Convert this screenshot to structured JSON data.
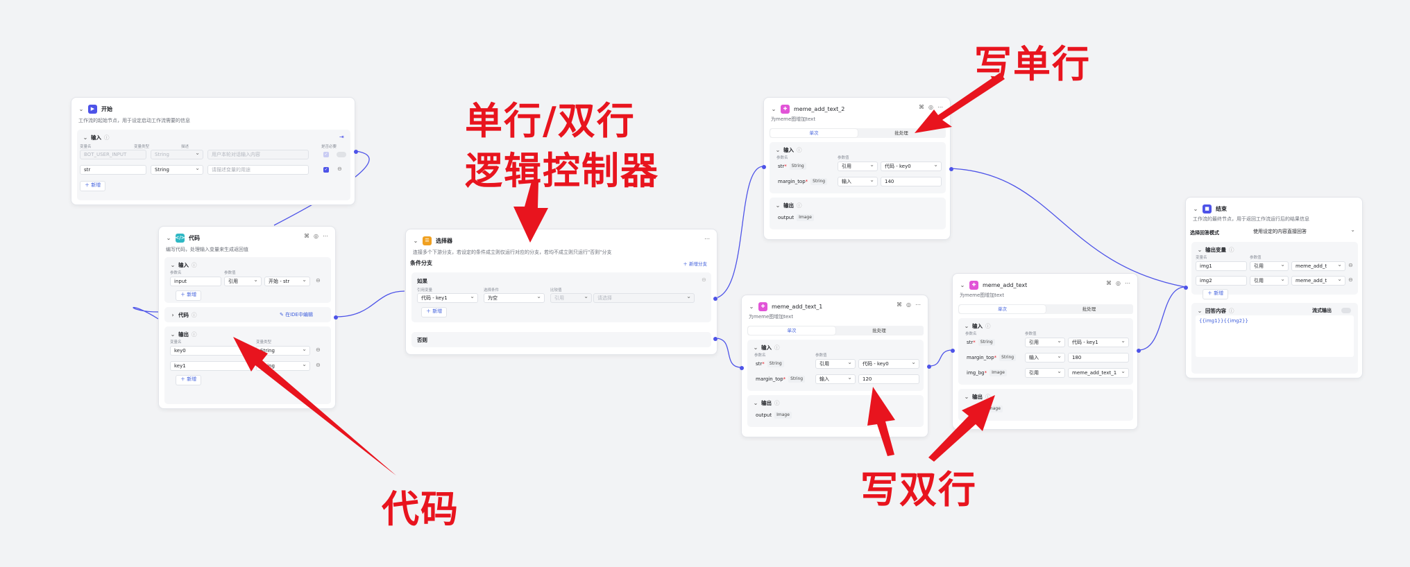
{
  "colors": {
    "accent": "#4d53e8",
    "annotation": "#e8141e",
    "start_icon": "#4d53e8",
    "code_icon": "#2fb8c4",
    "selector_icon": "#f0a020",
    "plugin_icon": "#e154d7",
    "end_icon": "#4d53e8"
  },
  "start": {
    "title": "开始",
    "desc": "工作流的起始节点，用于设定启动工作流需要的信息",
    "input_title": "输入",
    "col_name": "变量名",
    "col_type": "变量类型",
    "col_desc": "描述",
    "col_required": "是否必要",
    "row1": {
      "name": "BOT_USER_INPUT",
      "type": "String",
      "desc": "用户本轮对话输入内容"
    },
    "row2": {
      "name": "str",
      "type": "String",
      "desc_placeholder": "请描述变量的用途"
    },
    "add": "新增"
  },
  "code": {
    "title": "代码",
    "desc": "编写代码，处理输入变量来生成返回值",
    "input_title": "输入",
    "col_name": "参数名",
    "col_value": "参数值",
    "in_name": "input",
    "in_mode": "引用",
    "in_ref": "开始 - str",
    "code_title": "代码",
    "ide_link": "在IDE中编辑",
    "output_title": "输出",
    "out_col_name": "变量名",
    "out_col_type": "变量类型",
    "out1": {
      "name": "key0",
      "type": "String"
    },
    "out2": {
      "name": "key1",
      "type": "String"
    },
    "add": "新增"
  },
  "selector": {
    "title": "选择器",
    "desc": "连接多个下游分支，若设定的条件成立则仅运行对应的分支，若均不成立则只运行\"否则\"分支",
    "branch_title": "条件分支",
    "add_branch": "新增分支",
    "if_label": "如果",
    "col_ref": "引用变量",
    "col_cond": "选择条件",
    "col_cmp": "比较值",
    "ref": "代码 - key1",
    "cond": "为空",
    "cmp_mode": "引用",
    "cmp_placeholder": "请选择",
    "add": "新增",
    "else_label": "否则"
  },
  "meme2": {
    "title": "meme_add_text_2",
    "desc": "为meme图增加text",
    "tab_single": "单次",
    "tab_batch": "批处理",
    "input_title": "输入",
    "col_name": "参数名",
    "col_value": "参数值",
    "p1": {
      "name": "str",
      "type": "String",
      "mode": "引用",
      "value": "代码 - key0"
    },
    "p2": {
      "name": "margin_top",
      "type": "String",
      "mode": "输入",
      "value": "140"
    },
    "output_title": "输出",
    "out_name": "output",
    "out_type": "Image"
  },
  "meme1": {
    "title": "meme_add_text_1",
    "desc": "为meme图增加text",
    "tab_single": "单次",
    "tab_batch": "批处理",
    "input_title": "输入",
    "col_name": "参数名",
    "col_value": "参数值",
    "p1": {
      "name": "str",
      "type": "String",
      "mode": "引用",
      "value": "代码 - key0"
    },
    "p2": {
      "name": "margin_top",
      "type": "String",
      "mode": "输入",
      "value": "120"
    },
    "output_title": "输出",
    "out_name": "output",
    "out_type": "Image"
  },
  "meme": {
    "title": "meme_add_text",
    "desc": "为meme图增加text",
    "tab_single": "单次",
    "tab_batch": "批处理",
    "input_title": "输入",
    "col_name": "参数名",
    "col_value": "参数值",
    "p1": {
      "name": "str",
      "type": "String",
      "mode": "引用",
      "value": "代码 - key1"
    },
    "p2": {
      "name": "margin_top",
      "type": "String",
      "mode": "输入",
      "value": "180"
    },
    "p3": {
      "name": "img_bg",
      "type": "Image",
      "mode": "引用",
      "value": "meme_add_text_1"
    },
    "output_title": "输出",
    "out_name": "output",
    "out_type": "Image"
  },
  "end": {
    "title": "结束",
    "desc": "工作流的最终节点，用于返回工作流运行后的结果信息",
    "mode_label": "选择回答模式",
    "mode_value": "使用设定的内容直接回答",
    "output_title": "输出变量",
    "col_name": "变量名",
    "col_value": "参数值",
    "v1": {
      "name": "img1",
      "mode": "引用",
      "value": "meme_add_t"
    },
    "v2": {
      "name": "img2",
      "mode": "引用",
      "value": "meme_add_t"
    },
    "add": "新增",
    "answer_title": "回答内容",
    "stream_label": "流式输出",
    "answer_text": "{{img1}}{{img2}}"
  },
  "annotations": {
    "single_line": "写单行",
    "selector_line1": "单行/双行",
    "selector_line2": "逻辑控制器",
    "code": "代码",
    "double_line": "写双行"
  }
}
